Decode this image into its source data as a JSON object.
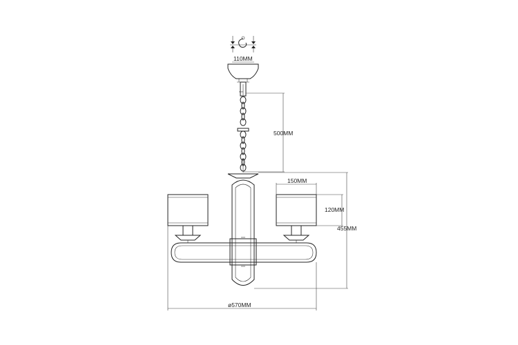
{
  "dimensions": {
    "canopy_width": "110MM",
    "chain_length": "500MM",
    "shade_width": "150MM",
    "shade_height": "120MM",
    "body_height": "455MM",
    "overall_diameter": "ø570MM"
  },
  "colors": {
    "line": "#222222",
    "background": "#ffffff"
  }
}
